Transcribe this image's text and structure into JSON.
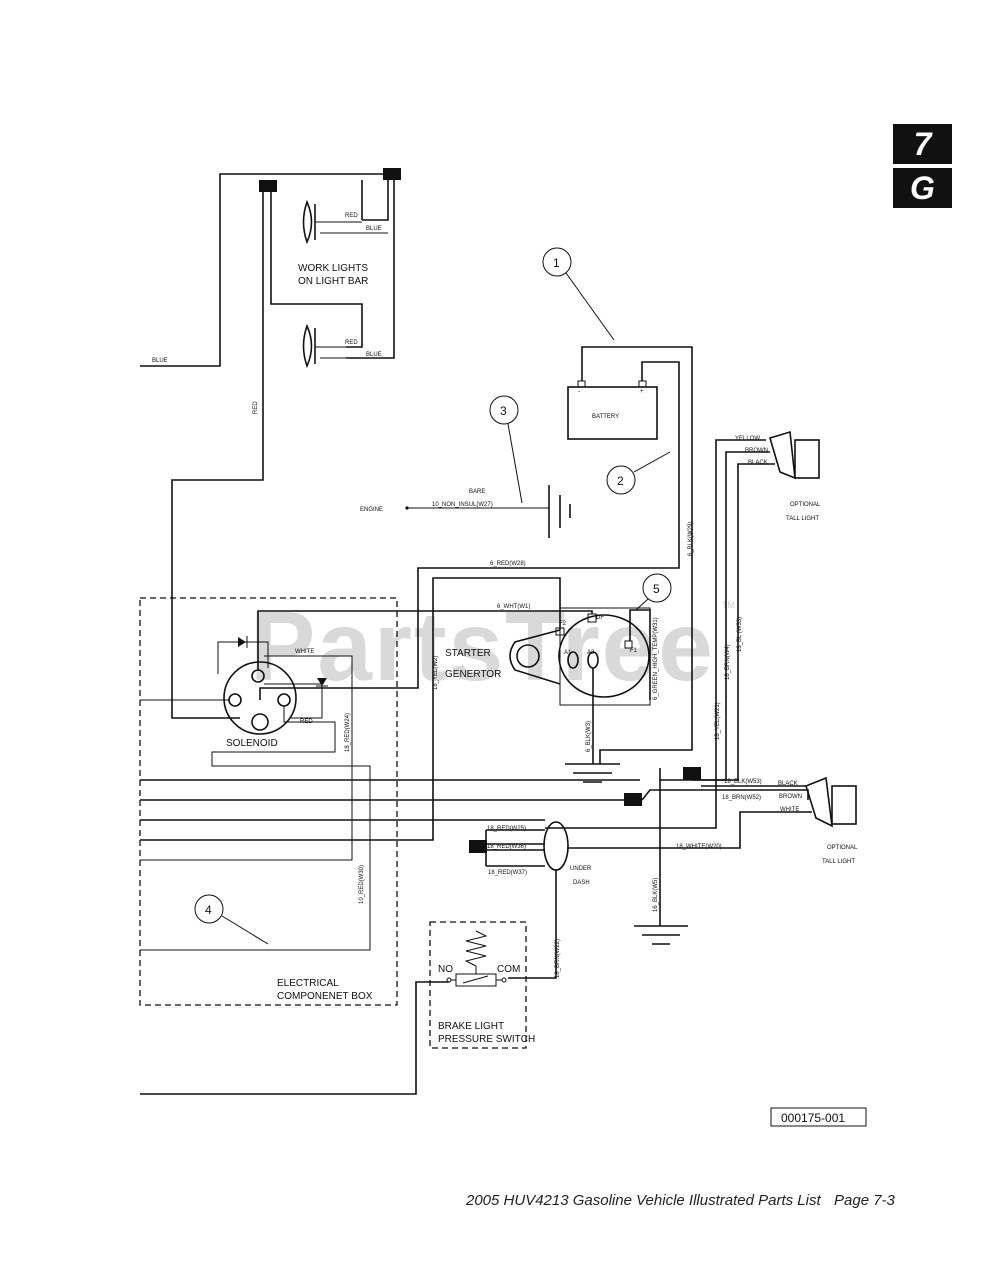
{
  "tabs": {
    "chapter": "7",
    "section": "G"
  },
  "footer": {
    "title": "2005 HUV4213 Gasoline Vehicle Illustrated Parts List",
    "page": "Page 7-3"
  },
  "drawing_number": "000175-001",
  "watermark": "PartsTree",
  "watermark_tm": "TM",
  "callouts": [
    "1",
    "2",
    "3",
    "4",
    "5"
  ],
  "components": {
    "work_lights": [
      "WORK LIGHTS",
      "ON LIGHT BAR"
    ],
    "battery": "BATTERY",
    "battery_neg": "-",
    "battery_pos": "+",
    "engine": "ENGINE",
    "starter": [
      "STARTER",
      "GENERTOR"
    ],
    "solenoid": "SOLENOID",
    "electrical_box": [
      "ELECTRICAL",
      "COMPONENET BOX"
    ],
    "brake_switch": [
      "BRAKE LIGHT",
      "PRESSURE SWITCH"
    ],
    "no": "NO",
    "com": "COM",
    "under_dash": [
      "UNDER",
      "DASH"
    ],
    "tail_light_top": [
      "OPTIONAL",
      "TALL LIGHT"
    ],
    "tail_light_bottom": [
      "OPTIONAL",
      "TALL LIGHT"
    ]
  },
  "terminals": {
    "df": "DF",
    "f2": "F2",
    "f1": "F1",
    "a1": "A1",
    "a2": "A2"
  },
  "wire_labels": {
    "blue_main": "BLUE",
    "red_vertical": "RED",
    "red_light1": "RED",
    "blue_light1": "BLUE",
    "red_light2": "RED",
    "blue_light2": "BLUE",
    "bare": "BARE",
    "non_insul": "10_NON_INSUL(W27)",
    "red_w28": "6_RED(W28)",
    "wht_w1": "6_WHT(W1)",
    "blk_w29": "6_BLK(W29)",
    "blk_w3": "6_BLK(W3)",
    "green_w31": "6_GREEN_HIGH_TEMP(W31)",
    "yel_w2": "18_YEL(W2)",
    "red_w24": "18_RED(W24)",
    "red_w30": "10_RED(W30)",
    "white_sol": "WHITE",
    "red_sol": "RED",
    "yel_w21": "18_YEL(W21)",
    "brn_w4": "18_BRN(W4)",
    "bl_w33": "18_BL (W33)",
    "yellow_t": "YELLOW",
    "brown_t": "BROWN",
    "black_t": "BLACK",
    "blk_w53": "18_BLK(W53)",
    "brn_w52": "18_BRN(W52)",
    "black_b": "BLACK",
    "brown_b": "BROWN",
    "white_b": "WHITE",
    "red_w25": "18_RED(W25)",
    "red_w36": "18_RED(W36)",
    "red_w37": "18_RED(W37)",
    "white_w20": "18_WHITE(W20)",
    "blk_w5": "16_BLK(W5)",
    "brn_w22": "18_BRN(W22)"
  }
}
